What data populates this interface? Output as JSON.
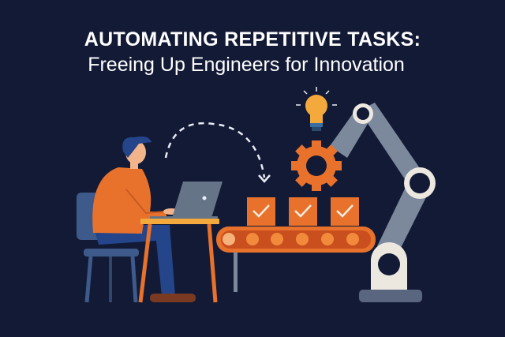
{
  "header": {
    "title": "AUTOMATING REPETITIVE TASKS:",
    "subtitle": "Freeing Up Engineers for Innovation"
  },
  "illustration": {
    "elements": [
      "engineer-at-laptop",
      "dashed-arrow",
      "lightbulb-icon",
      "gear-icon",
      "checked-boxes",
      "conveyor-belt",
      "robotic-arm"
    ],
    "checked_boxes_count": 3
  },
  "colors": {
    "background": "#131a36",
    "accent_orange": "#e8722c",
    "robot_gray": "#7c889c",
    "joint_white": "#ece8e0",
    "bulb_yellow": "#f4a93c"
  }
}
